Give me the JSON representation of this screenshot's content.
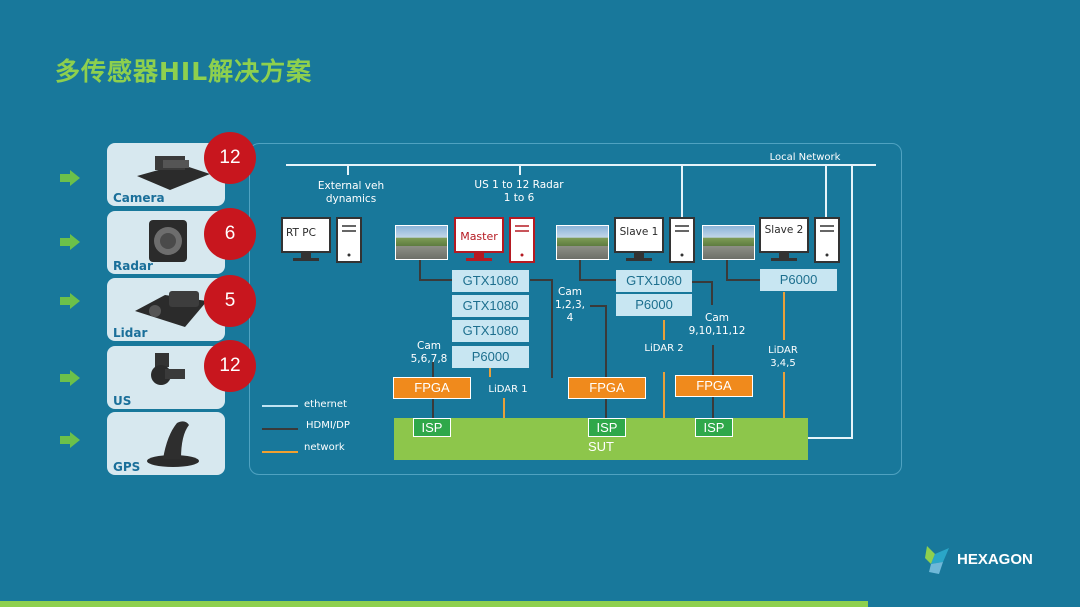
{
  "slide": {
    "title": "多传感器HIL解决方案"
  },
  "sensors": [
    {
      "label": "Camera",
      "count": "12",
      "icon": "camera-icon"
    },
    {
      "label": "Radar",
      "count": "6",
      "icon": "radar-icon"
    },
    {
      "label": "Lidar",
      "count": "5",
      "icon": "lidar-icon"
    },
    {
      "label": "US",
      "count": "12",
      "icon": "ultrasonic-icon"
    },
    {
      "label": "GPS",
      "count": "",
      "icon": "gps-antenna-icon"
    }
  ],
  "network": {
    "local_network": "Local Network",
    "external_veh": "External veh dynamics",
    "us_radar": "US 1 to 12 Radar 1 to 6",
    "rtpc": "RT PC",
    "master": "Master",
    "slave1": "Slave 1",
    "slave2": "Slave 2"
  },
  "gpus": {
    "master_stack": [
      "GTX1080",
      "GTX1080",
      "GTX1080",
      "P6000"
    ],
    "slave1_stack": [
      "GTX1080",
      "P6000"
    ],
    "slave2_stack": [
      "P6000"
    ]
  },
  "labels": {
    "cam_5_8": "Cam 5,6,7,8",
    "cam_1_4": "Cam 1,2,3, 4",
    "cam_9_12": "Cam 9,10,11,12",
    "lidar1": "LiDAR  1",
    "lidar2": "LiDAR 2",
    "lidar345": "LiDAR 3,4,5"
  },
  "fpga": [
    "FPGA",
    "FPGA",
    "FPGA"
  ],
  "isp": [
    "ISP",
    "ISP",
    "ISP"
  ],
  "sut": "SUT",
  "legend": [
    {
      "label": "ethernet",
      "color": "#bfe3f2"
    },
    {
      "label": "HDMI/DP",
      "color": "#3a3a3a"
    },
    {
      "label": "network",
      "color": "#f0a030"
    }
  ],
  "brand": {
    "name": "HEXAGON",
    "accent": "#8ed04e",
    "badge_color": "#c8161e"
  }
}
